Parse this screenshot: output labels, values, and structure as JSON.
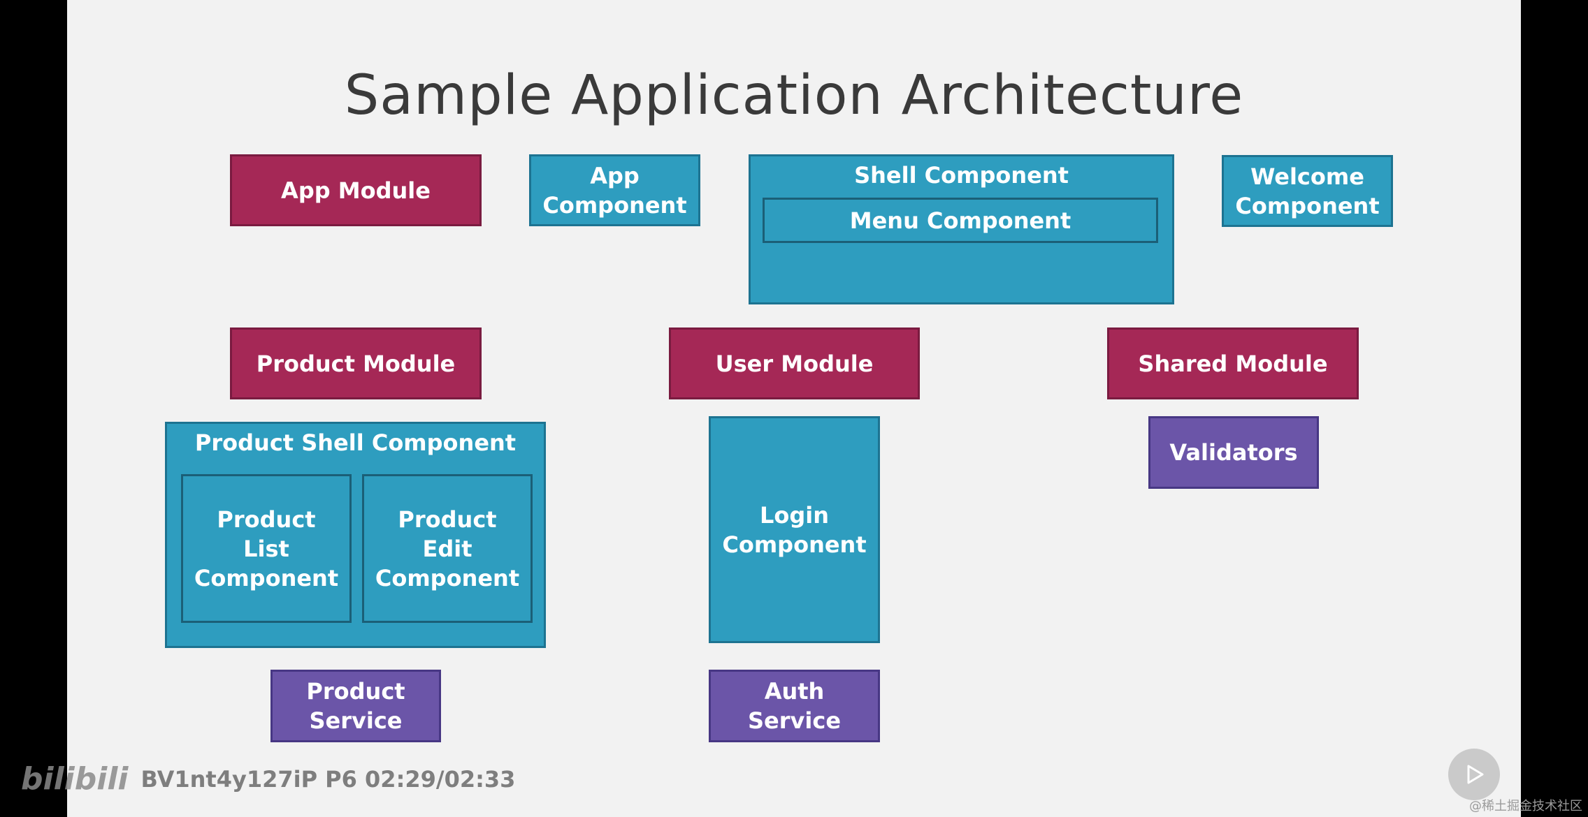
{
  "title": "Sample Application Architecture",
  "nodes": {
    "app_module": "App Module",
    "app_component": "App\nComponent",
    "shell_component": "Shell Component",
    "menu_component": "Menu Component",
    "welcome_component": "Welcome\nComponent",
    "product_module": "Product Module",
    "user_module": "User Module",
    "shared_module": "Shared Module",
    "product_shell_component": "Product Shell Component",
    "product_list_component": "Product\nList\nComponent",
    "product_edit_component": "Product\nEdit\nComponent",
    "login_component": "Login\nComponent",
    "validators": "Validators",
    "product_service": "Product\nService",
    "auth_service": "Auth\nService"
  },
  "colors": {
    "module": "#a52856",
    "component": "#2e9dbf",
    "service": "#6b55a8",
    "background": "#f2f2f2"
  },
  "overlay": {
    "video_id": "BV1nt4y127iP P6 02:29/02:33",
    "logo": "bilibili",
    "corner_watermark": "@稀土掘金技术社区",
    "play_icon": "play-icon"
  }
}
